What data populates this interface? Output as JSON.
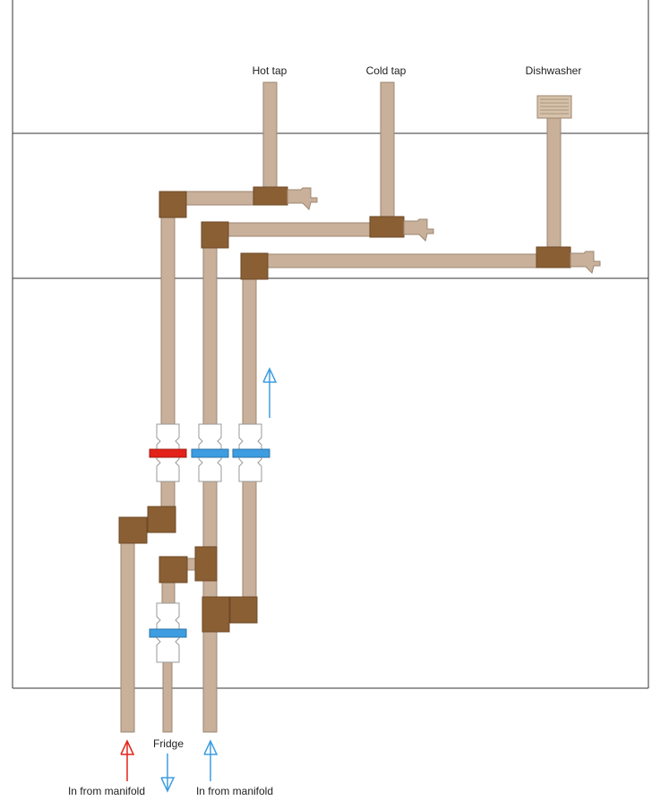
{
  "labels": {
    "hot_tap": "Hot tap",
    "cold_tap": "Cold tap",
    "dishwasher": "Dishwasher",
    "fridge": "Fridge",
    "in_hot": "In from manifold",
    "in_cold": "In from manifold"
  },
  "colors": {
    "pipe": "#c8b09a",
    "pipe_edge": "#9d8670",
    "fitting": "#8a5f34",
    "hot_flow": "#e32219",
    "cold_flow": "#3d9de0",
    "cabinet_line": "#333333"
  },
  "icons": [
    "up-arrow-icon",
    "down-arrow-icon",
    "tap-outlet-icon",
    "threaded-connector-icon"
  ]
}
